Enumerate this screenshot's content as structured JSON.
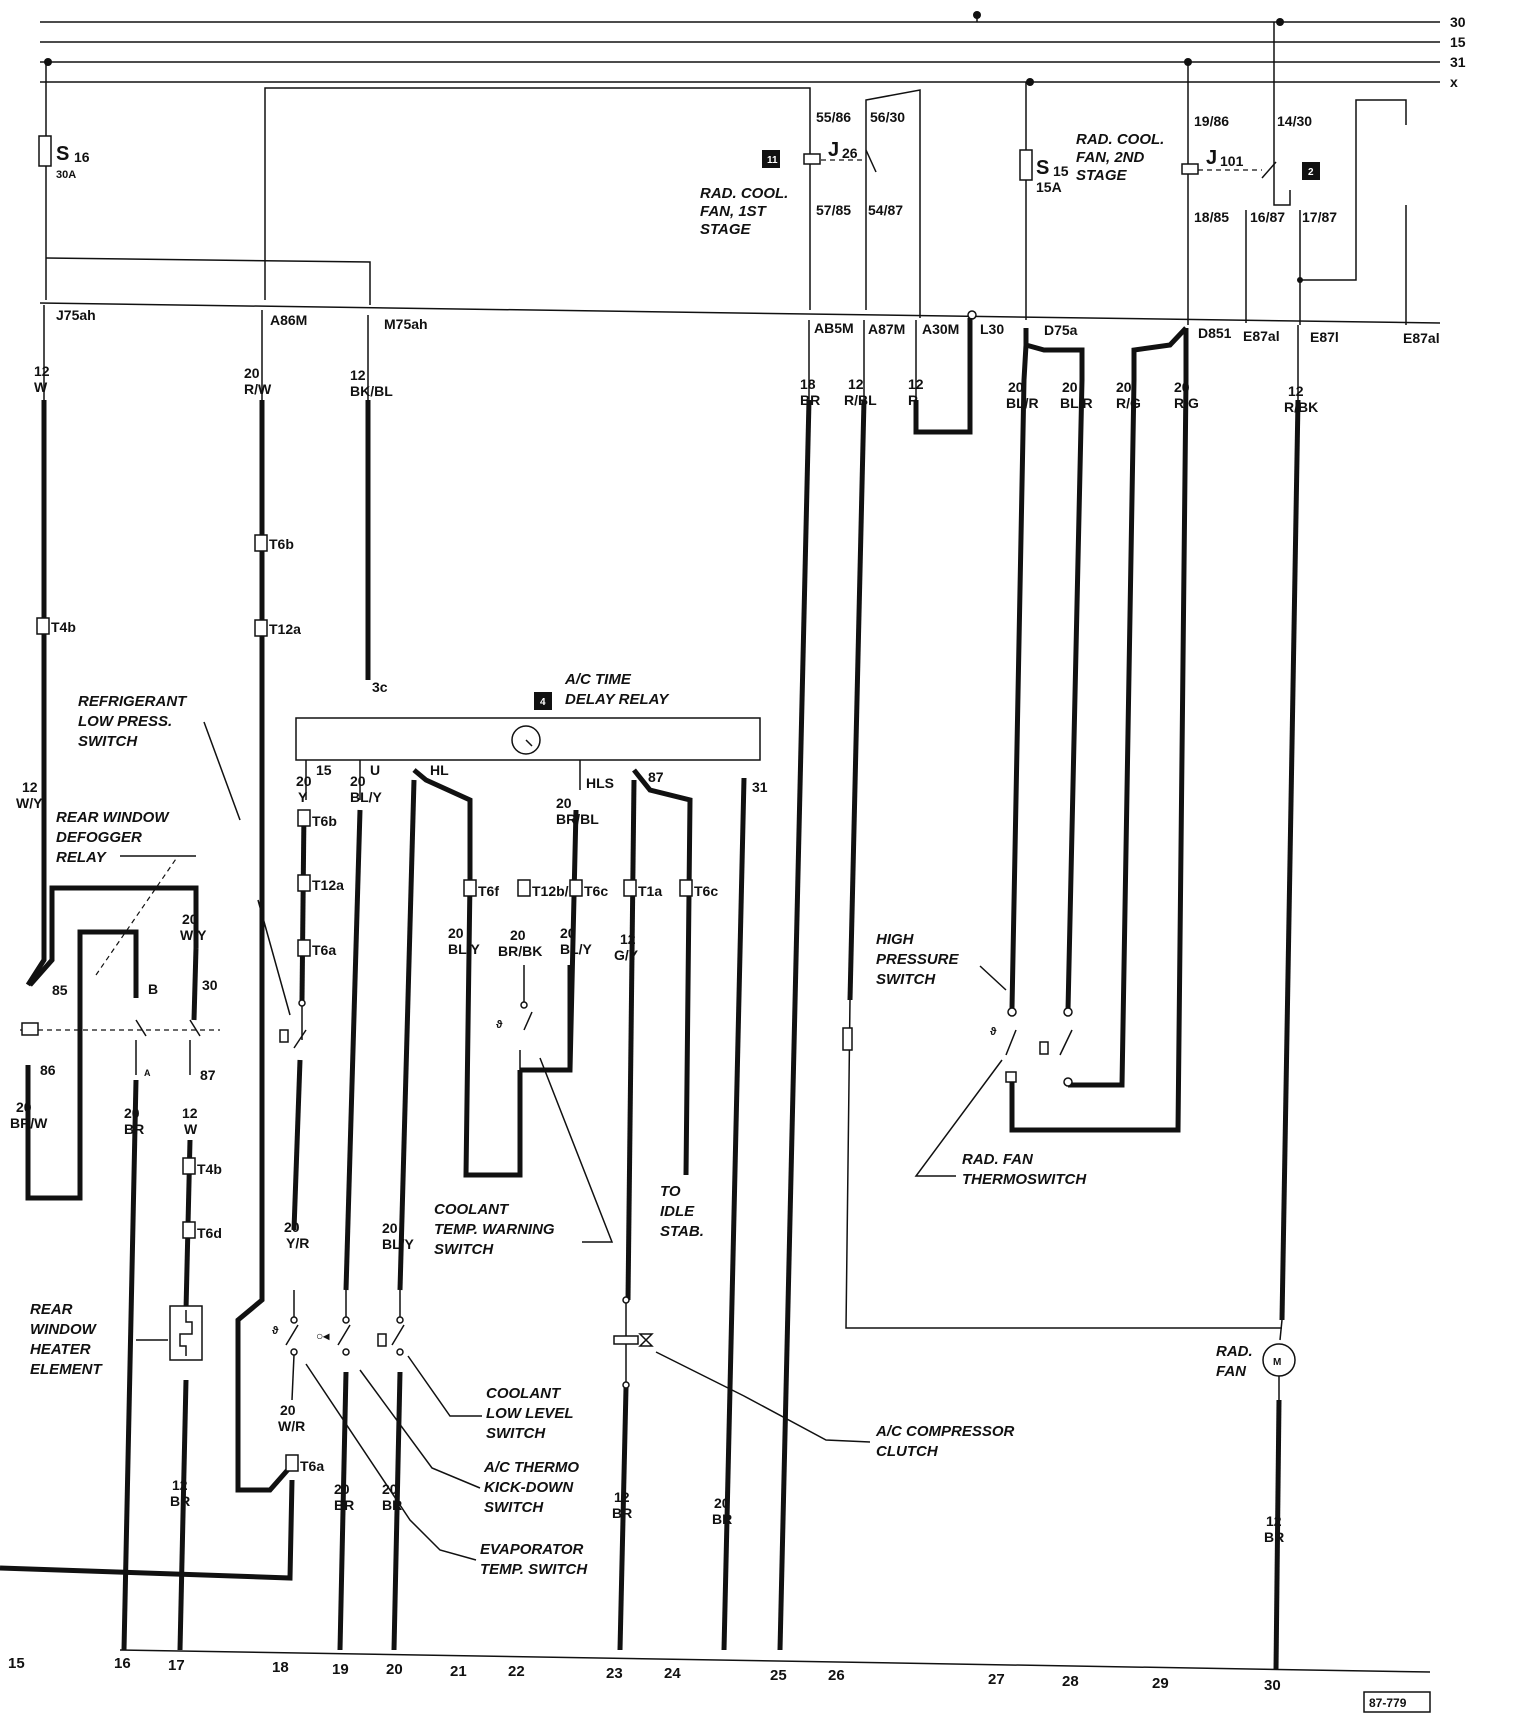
{
  "bus_lines": [
    {
      "label": "30"
    },
    {
      "label": "15"
    },
    {
      "label": "31"
    },
    {
      "label": "x"
    }
  ],
  "fuses": [
    {
      "name": "S",
      "sub": "16",
      "rating": "30A"
    },
    {
      "name": "S",
      "sub": "15",
      "rating": "15A"
    }
  ],
  "relays": {
    "j26": {
      "name": "J",
      "sub": "26",
      "badge": "11",
      "pins": [
        "55/86",
        "56/30",
        "57/85",
        "54/87"
      ],
      "title": [
        "RAD. COOL.",
        "FAN, 1ST",
        "STAGE"
      ]
    },
    "j101": {
      "name": "J",
      "sub": "101",
      "badge": "2",
      "pins": [
        "19/86",
        "14/30",
        "18/85",
        "16/87",
        "17/87"
      ],
      "title": [
        "RAD. COOL.",
        "FAN, 2ND",
        "STAGE"
      ]
    },
    "time_delay": {
      "badge": "4",
      "title": [
        "A/C TIME",
        "DELAY RELAY"
      ],
      "pins": [
        "3c",
        "15",
        "U",
        "HL",
        "HLS",
        "87",
        "31"
      ]
    }
  },
  "terminal_labels": [
    "J75ah",
    "A86M",
    "M75ah",
    "AB5M",
    "A87M",
    "A30M",
    "L30",
    "D75a",
    "D851",
    "E87al",
    "E87l",
    "E87al"
  ],
  "wire_labels": {
    "w1": [
      "12",
      "W"
    ],
    "w2": [
      "20",
      "R/W"
    ],
    "w3": [
      "12",
      "BK/BL"
    ],
    "w4": [
      "18",
      "BR"
    ],
    "w5": [
      "12",
      "R/BL"
    ],
    "w6": [
      "12",
      "R"
    ],
    "w7": [
      "20",
      "BL/R"
    ],
    "w8": [
      "20",
      "BL/R"
    ],
    "w9": [
      "20",
      "R/G"
    ],
    "w10": [
      "20",
      "R/G"
    ],
    "w11": [
      "12",
      "R/BK"
    ],
    "w12": [
      "12",
      "W/Y"
    ],
    "w13": [
      "20",
      "W/Y"
    ],
    "w14": [
      "20",
      "BR/W"
    ],
    "w15": [
      "20",
      "BR"
    ],
    "w16": [
      "12",
      "W"
    ],
    "w17": [
      "20",
      "Y"
    ],
    "w18": [
      "20",
      "BL/Y"
    ],
    "w19": [
      "20",
      "BR/BL"
    ],
    "w20": [
      "20",
      "BL/Y"
    ],
    "w21": [
      "20",
      "BR/BK"
    ],
    "w22": [
      "20",
      "BL/Y"
    ],
    "w23": [
      "12",
      "G/Y"
    ],
    "w24": [
      "20",
      "Y/R"
    ],
    "w25": [
      "20",
      "BL/Y"
    ],
    "w26": [
      "20",
      "W/R"
    ],
    "w27": [
      "12",
      "BR"
    ],
    "w28": [
      "20",
      "BR"
    ],
    "w29": [
      "20",
      "BR"
    ],
    "w30": [
      "12",
      "BR"
    ],
    "w31": [
      "20",
      "BR"
    ],
    "w32": [
      "12",
      "BR"
    ]
  },
  "connectors": [
    "T4b",
    "T6b",
    "T12a",
    "T6b",
    "T12a",
    "T6a",
    "T6f",
    "T12b/I",
    "T6c",
    "T1a",
    "T6c",
    "T4b",
    "T6d",
    "T6a"
  ],
  "relay_pins_defogger": [
    "85",
    "B",
    "30",
    "86",
    "A",
    "87"
  ],
  "components": {
    "refrigerant": [
      "REFRIGERANT",
      "LOW PRESS.",
      "SWITCH"
    ],
    "defogger": [
      "REAR WINDOW",
      "DEFOGGER",
      "RELAY"
    ],
    "heater": [
      "REAR",
      "WINDOW",
      "HEATER",
      "ELEMENT"
    ],
    "coolant_warn": [
      "COOLANT",
      "TEMP. WARNING",
      "SWITCH"
    ],
    "idle": [
      "TO",
      "IDLE",
      "STAB."
    ],
    "coolant_low": [
      "COOLANT",
      "LOW LEVEL",
      "SWITCH"
    ],
    "thermo_kick": [
      "A/C THERMO",
      "KICK-DOWN",
      "SWITCH"
    ],
    "evap": [
      "EVAPORATOR",
      "TEMP. SWITCH"
    ],
    "clutch": [
      "A/C COMPRESSOR",
      "CLUTCH"
    ],
    "high_press": [
      "HIGH",
      "PRESSURE",
      "SWITCH"
    ],
    "thermoswitch": [
      "RAD. FAN",
      "THERMOSWITCH"
    ],
    "rad_fan": [
      "RAD.",
      "FAN"
    ],
    "motor": "M"
  },
  "column_numbers": [
    "15",
    "16",
    "17",
    "18",
    "19",
    "20",
    "21",
    "22",
    "23",
    "24",
    "25",
    "26",
    "27",
    "28",
    "29",
    "30"
  ],
  "diagram_code": "87-779"
}
